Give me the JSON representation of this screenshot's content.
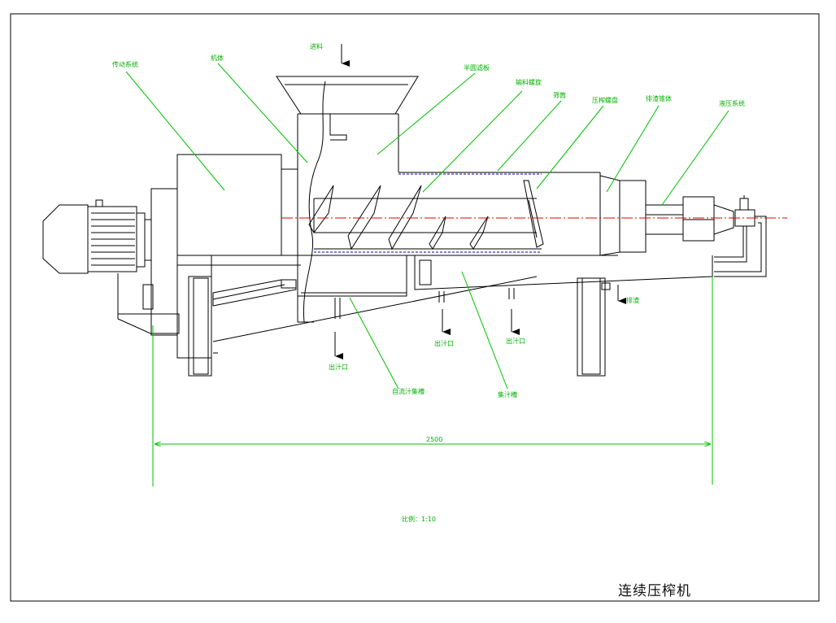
{
  "title": "连续压榨机",
  "labels": {
    "feed_in": "进料",
    "transmission": "传动系统",
    "frame": "机体",
    "semi_cone_screen": "半圆滤板",
    "feed_screw": "输料螺旋",
    "screen": "筛筒",
    "press_screw": "压榨螺盘",
    "slag_cone": "排渣锥体",
    "hydraulic": "液压系统",
    "slag_out": "排渣",
    "juice_out_1": "出汁口",
    "juice_out_2": "出汁口",
    "juice_out_3": "出汁口",
    "gravity_trough": "自流汁集槽",
    "juice_trough": "集汁槽"
  },
  "dimension": "2500",
  "scale": "比例：1:10",
  "colors": {
    "outline": "#000000",
    "leader": "#00c000",
    "centerline": "#e00000",
    "screen_dashed": "#0000c0",
    "frame": "#000000"
  }
}
